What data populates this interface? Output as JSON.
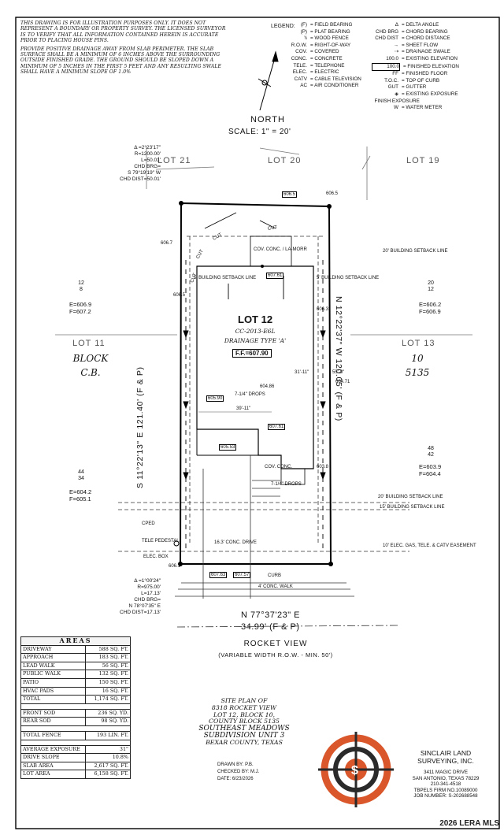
{
  "notes": [
    "THIS DRAWING IS FOR ILLUSTRATION PURPOSES ONLY. IT DOES NOT\nREPRESENT A BOUNDARY OR PROPERTY SURVEY. THE LICENSED SURVEYOR\nIS TO VERIFY THAT ALL INFORMATION CONTAINED HEREIN IS ACCURATE\nPRIOR TO PLACING HOUSE PINS.",
    "PROVIDE POSITIVE DRAINAGE AWAY FROM SLAB PERIMETER. THE SLAB\nSURFACE SHALL BE A MINIMUM OF 6 INCHES ABOVE THE SURROUNDING\nOUTSIDE FINISHED GRADE. THE GROUND SHOULD BE SLOPED DOWN A\nMINIMUM OF 5 INCHES IN THE FIRST 5 FEET AND ANY RESULTING SWALE\nSHALL HAVE A MINIMUM SLOPE OF 1.0%"
  ],
  "legend": {
    "title": "LEGEND:",
    "left": [
      {
        "sym": "(F)",
        "text": "= FIELD BEARING"
      },
      {
        "sym": "(P)",
        "text": "= PLAT BEARING"
      },
      {
        "sym": "\\\\",
        "text": "= WOOD FENCE"
      },
      {
        "sym": "R.O.W.",
        "text": "= RIGHT-OF-WAY"
      },
      {
        "sym": "COV.",
        "text": "= COVERED"
      },
      {
        "sym": "CONC.",
        "text": "= CONCRETE"
      },
      {
        "sym": "TELE.",
        "text": "= TELEPHONE"
      },
      {
        "sym": "ELEC.",
        "text": "= ELECTRIC"
      },
      {
        "sym": "CATV",
        "text": "= CABLE TELEVISION"
      },
      {
        "sym": "AC",
        "text": "= AIR CONDITIONER"
      }
    ],
    "right": [
      {
        "sym": "Δ",
        "text": "= DELTA ANGLE"
      },
      {
        "sym": "CHD BRG",
        "text": "= CHORD BEARING"
      },
      {
        "sym": "CHD DIST",
        "text": "= CHORD DISTANCE"
      },
      {
        "sym": "→",
        "text": "= SHEET FLOW"
      },
      {
        "sym": "⇢",
        "text": "= DRAINAGE SWALE"
      },
      {
        "sym": "100.0",
        "text": "= EXISTING ELEVATION"
      },
      {
        "sym": "100.0",
        "text": "= FINISHED ELEVATION"
      },
      {
        "sym": "FF",
        "text": "= FINISHED FLOOR"
      },
      {
        "sym": "T.O.C.",
        "text": "= TOP OF CURB"
      },
      {
        "sym": "GUT",
        "text": "= GUTTER"
      },
      {
        "sym": "◈",
        "text": "= EXISTING EXPOSURE\n  FINISH EXPOSURE"
      },
      {
        "sym": "W",
        "text": "= WATER METER"
      }
    ]
  },
  "north": "NORTH",
  "scale": "SCALE: 1\" = 20'",
  "lots": {
    "lot21": "LOT 21",
    "lot20": "LOT 20",
    "lot19": "LOT 19",
    "lot11": "LOT 11",
    "lot13": "LOT 13",
    "block": "BLOCK",
    "cb": "C.B.",
    "ten": "10",
    "cb_no": "5135"
  },
  "lot12": {
    "title": "LOT 12",
    "plan": "CC-2013-E6L",
    "drainage": "DRAINAGE TYPE 'A'",
    "ff": "F.F.=607.90"
  },
  "curve_top": [
    "Δ =2°23'17\"",
    "R=1200.00'",
    "L=50.01'",
    "CHD BRG=",
    "S 79°19'19\" W",
    "CHD DIST=50.01'"
  ],
  "curve_bottom": [
    "Δ =1°00'24\"",
    "R=975.00'",
    "L=17.13'",
    "CHD BRG=",
    "N 78°07'35\" E",
    "CHD DIST=17.13'"
  ],
  "west_bearing": "S 11°22'13\" E  121.40' (F & P)",
  "east_bearing": "N 12°22'37\" W  120.05' (F & P)",
  "south_bearing": "N 77°37'23\" E",
  "south_dist": "34.99' (F & P)",
  "road": "ROCKET VIEW",
  "road_width": "(VARIABLE WIDTH R.O.W. - MIN. 50')",
  "tags": [
    {
      "id": "tag-12-8",
      "top": "12",
      "bot": "8"
    },
    {
      "id": "tag-20-12",
      "top": "20",
      "bot": "12"
    },
    {
      "id": "tag-48-42",
      "top": "48",
      "bot": "42"
    },
    {
      "id": "tag-44-34",
      "top": "44",
      "bot": "34"
    }
  ],
  "ef": {
    "left_upper": [
      "E=606.9",
      "F=607.2"
    ],
    "right_upper": [
      "E=606.2",
      "F=606.9"
    ],
    "right_lower": [
      "E=603.9",
      "F=604.4"
    ],
    "left_lower": [
      "E=604.2",
      "F=605.1"
    ]
  },
  "labels": {
    "cut1": "CUT",
    "cut2": "CUT",
    "cut3": "CUT",
    "cut4": "CUT",
    "drops": "7-1/4\" DROPS",
    "drops2": "7-1/4\" DROPS",
    "cov_conc": "COV. CONC.",
    "cov_conc_lanai": "COV. CONC. / LA-MORR",
    "bsl_left": "5' BUILDING SETBACK LINE",
    "bsl_right": "5' BUILDING SETBACK LINE",
    "bsl_rear": "20' BUILDING SETBACK LINE",
    "bsl_front": "20' BUILDING SETBACK LINE",
    "bsl_front2": "15' BUILDING SETBACK LINE",
    "easement": "10' ELEC. GAS, TELE. & CATV EASEMENT",
    "cped": "CPED",
    "tele_ped": "TELE PEDESTAL",
    "elec_box": "ELEC. BOX",
    "walk": "4' CONC. WALK",
    "curb": "CURB",
    "conc_drive": "16.3' CONC. DRIVE",
    "dim_39": "39'-11\"",
    "dim_31": "31'-11\"",
    "dim_55": "55'-0\""
  },
  "elevations": [
    "606.5",
    "606.5",
    "606.7",
    "606.5",
    "607.61",
    "606.3",
    "605.90",
    "607.61",
    "605.53",
    "604.86",
    "604.71",
    "603.8",
    "607.63",
    "607.57",
    "606.1"
  ],
  "areas": {
    "title": "AREAS",
    "rows1": [
      [
        "DRIVEWAY",
        "588 SQ. FT."
      ],
      [
        "APPROACH",
        "183 SQ. FT."
      ],
      [
        "LEAD WALK",
        "56 SQ. FT."
      ],
      [
        "PUBLIC WALK",
        "132 SQ. FT."
      ],
      [
        "PATIO",
        "150 SQ. FT."
      ],
      [
        "HVAC PADS",
        "16 SQ. FT."
      ],
      [
        "TOTAL",
        "1,174 SQ. FT."
      ]
    ],
    "rows2": [
      [
        "FRONT SOD",
        "236 SQ. YD."
      ],
      [
        "REAR SOD",
        "98 SQ. YD."
      ]
    ],
    "rows3": [
      [
        "TOTAL FENCE",
        "193 LIN. FT."
      ]
    ],
    "rows4": [
      [
        "AVERAGE EXPOSURE",
        "31\""
      ],
      [
        "DRIVE SLOPE",
        "10.8%"
      ],
      [
        "SLAB AREA",
        "2,617 SQ. FT."
      ],
      [
        "LOT AREA",
        "6,158 SQ. FT."
      ]
    ]
  },
  "title_block": [
    "SITE PLAN OF",
    "8318 ROCKET VIEW",
    "LOT 12, BLOCK 10,",
    "COUNTY BLOCK 5135",
    "SOUTHEAST MEADOWS",
    "SUBDIVISION UNIT 3",
    "BEXAR COUNTY, TEXAS"
  ],
  "drawn": {
    "drawn_by": "DRAWN BY:  P.B.",
    "checked_by": "CHECKED BY:  M.J.",
    "date": "DATE:  6/23/2026"
  },
  "company": {
    "name1": "SINCLAIR LAND",
    "name2": "SURVEYING, INC.",
    "addr1": "3411 MAGIC DRIVE",
    "addr2": "SAN ANTONIO, TEXAS 78229",
    "phone": "210-341-4518",
    "firm": "TBPELS FIRM NO.10089000",
    "job": "JOB NUMBER:  S-202688548"
  },
  "watermark": "2026 LERA MLS",
  "colors": {
    "logo_orange": "#d9572b",
    "logo_dark": "#2a2a2a",
    "ink": "#111111"
  }
}
